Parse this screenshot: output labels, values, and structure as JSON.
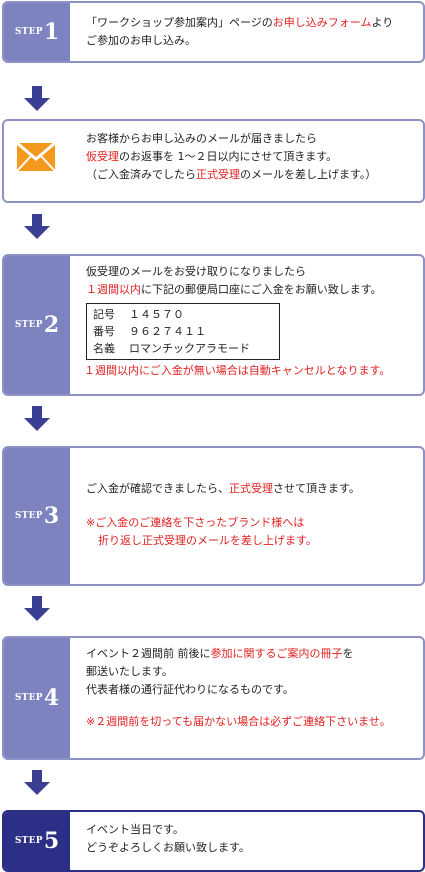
{
  "step_word": "STEP",
  "step1": {
    "num": "1",
    "line1_a": "「ワークショップ参加案内」ページの",
    "line1_red": "お申し込みフォーム",
    "line1_b": "より",
    "line2": "ご参加のお申し込み。"
  },
  "mail": {
    "icon": "envelope-icon",
    "line1": "お客様からお申し込みのメールが届きましたら",
    "line2_red": "仮受理",
    "line2_b": "のお返事を 1～２日以内にさせて頂きます。",
    "line3_a": "（ご入金済みでしたら",
    "line3_red": "正式受理",
    "line3_b": "のメールを差し上げます。）"
  },
  "step2": {
    "num": "2",
    "line1": "仮受理のメールをお受け取りになりましたら",
    "line2_red": "１週間以内",
    "line2_b": "に下記の郵便局口座にご入金をお願い致します。",
    "account": [
      {
        "label": "記号",
        "value": "１４５７０"
      },
      {
        "label": "番号",
        "value": "９６２７４１１"
      },
      {
        "label": "名義",
        "value": "ロマンチックアラモード"
      }
    ],
    "note_red": "１週間以内にご入金が無い場合は自動キャンセルとなります。"
  },
  "step3": {
    "num": "3",
    "line1_a": "ご入金が確認できましたら、",
    "line1_red": "正式受理",
    "line1_b": "させて頂きます。",
    "note1_red": "※ご入金のご連絡を下さったブランド様へは",
    "note2_red": "折り返し正式受理のメールを差し上げます。"
  },
  "step4": {
    "num": "4",
    "line1_a": "イベント２週間前 前後に",
    "line1_red": "参加に関するご案内の冊子",
    "line1_b": "を",
    "line2": "郵送いたします。",
    "line3": "代表者様の通行証代わりになるものです。",
    "note_red": "※２週間前を切っても届かない場合は必ずご連絡下さいませ。"
  },
  "step5": {
    "num": "5",
    "line1": "イベント当日です。",
    "line2": "どうぞよろしくお願い致します。"
  },
  "colors": {
    "side": "#7d83bf",
    "side_final": "#2b2f86",
    "border": "#8d92c6",
    "accent_red": "#e01f1f",
    "arrow": "#3b3f94",
    "envelope": "#f39a1e"
  }
}
